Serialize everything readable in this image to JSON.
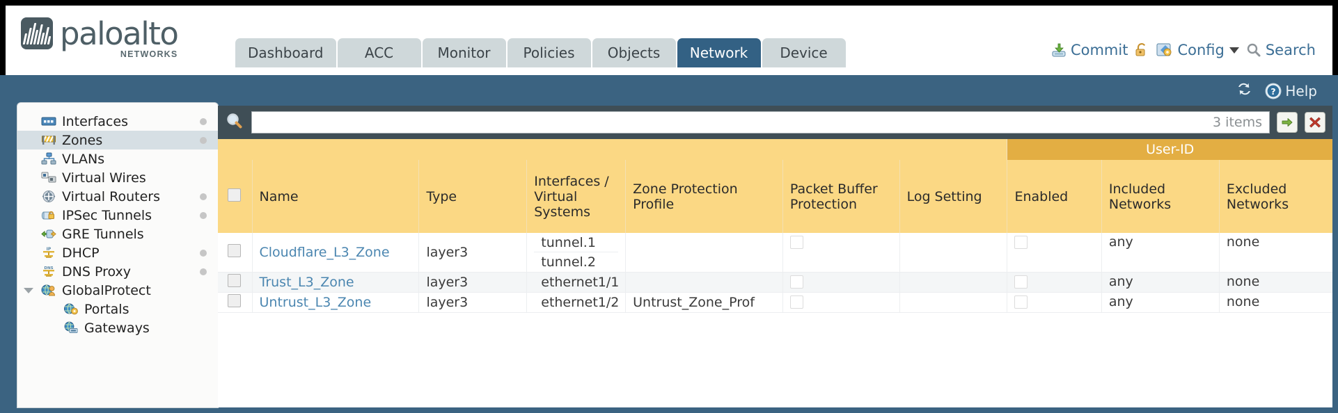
{
  "brand": {
    "name": "paloalto",
    "sub": "NETWORKS"
  },
  "nav": {
    "tabs": [
      {
        "label": "Dashboard",
        "active": false
      },
      {
        "label": "ACC",
        "active": false
      },
      {
        "label": "Monitor",
        "active": false
      },
      {
        "label": "Policies",
        "active": false
      },
      {
        "label": "Objects",
        "active": false
      },
      {
        "label": "Network",
        "active": true
      },
      {
        "label": "Device",
        "active": false
      }
    ]
  },
  "header_actions": {
    "commit": "Commit",
    "lock_icon": "lock-icon",
    "config": "Config",
    "search": "Search"
  },
  "blueband": {
    "refresh_icon": "refresh-icon",
    "help": "Help"
  },
  "sidebar": {
    "items": [
      {
        "label": "Interfaces",
        "icon": "interfaces-icon",
        "selected": false,
        "dot": true,
        "child": false,
        "expander": false
      },
      {
        "label": "Zones",
        "icon": "zones-icon",
        "selected": true,
        "dot": true,
        "child": false,
        "expander": false
      },
      {
        "label": "VLANs",
        "icon": "vlans-icon",
        "selected": false,
        "dot": false,
        "child": false,
        "expander": false
      },
      {
        "label": "Virtual Wires",
        "icon": "virtual-wires-icon",
        "selected": false,
        "dot": false,
        "child": false,
        "expander": false
      },
      {
        "label": "Virtual Routers",
        "icon": "virtual-routers-icon",
        "selected": false,
        "dot": true,
        "child": false,
        "expander": false
      },
      {
        "label": "IPSec Tunnels",
        "icon": "ipsec-tunnels-icon",
        "selected": false,
        "dot": true,
        "child": false,
        "expander": false
      },
      {
        "label": "GRE Tunnels",
        "icon": "gre-tunnels-icon",
        "selected": false,
        "dot": false,
        "child": false,
        "expander": false
      },
      {
        "label": "DHCP",
        "icon": "dhcp-icon",
        "selected": false,
        "dot": true,
        "child": false,
        "expander": false
      },
      {
        "label": "DNS Proxy",
        "icon": "dns-proxy-icon",
        "selected": false,
        "dot": true,
        "child": false,
        "expander": false
      },
      {
        "label": "GlobalProtect",
        "icon": "globalprotect-icon",
        "selected": false,
        "dot": false,
        "child": false,
        "expander": true
      },
      {
        "label": "Portals",
        "icon": "portals-icon",
        "selected": false,
        "dot": false,
        "child": true,
        "expander": false
      },
      {
        "label": "Gateways",
        "icon": "gateways-icon",
        "selected": false,
        "dot": false,
        "child": true,
        "expander": false
      }
    ]
  },
  "search": {
    "icon": "search-icon",
    "value": "",
    "placeholder": "",
    "items_count": "3 items",
    "apply_icon": "arrow-right-icon",
    "clear_icon": "close-x-icon"
  },
  "table": {
    "group_header": {
      "user_id": "User-ID"
    },
    "columns": [
      "Name",
      "Type",
      "Interfaces / Virtual Systems",
      "Zone Protection Profile",
      "Packet Buffer Protection",
      "Log Setting",
      "Enabled",
      "Included Networks",
      "Excluded Networks"
    ],
    "rows": [
      {
        "selected": false,
        "name": "Cloudflare_L3_Zone",
        "type": "layer3",
        "interfaces": [
          "tunnel.1",
          "tunnel.2"
        ],
        "zone_protection_profile": "",
        "packet_buffer_protection": false,
        "log_setting": "",
        "user_id_enabled": false,
        "included_networks": "any",
        "excluded_networks": "none"
      },
      {
        "selected": false,
        "name": "Trust_L3_Zone",
        "type": "layer3",
        "interfaces": [
          "ethernet1/1"
        ],
        "zone_protection_profile": "",
        "packet_buffer_protection": false,
        "log_setting": "",
        "user_id_enabled": false,
        "included_networks": "any",
        "excluded_networks": "none"
      },
      {
        "selected": false,
        "name": "Untrust_L3_Zone",
        "type": "layer3",
        "interfaces": [
          "ethernet1/2"
        ],
        "zone_protection_profile": "Untrust_Zone_Prof",
        "packet_buffer_protection": false,
        "log_setting": "",
        "user_id_enabled": false,
        "included_networks": "any",
        "excluded_networks": "none"
      }
    ]
  },
  "colors": {
    "brand_blue": "#336184",
    "band_blue": "#3b6381",
    "header_amber": "#fbd884",
    "group_amber": "#e3ae43",
    "link_blue": "#4b86b0",
    "panel_dark": "#3f4e56"
  }
}
